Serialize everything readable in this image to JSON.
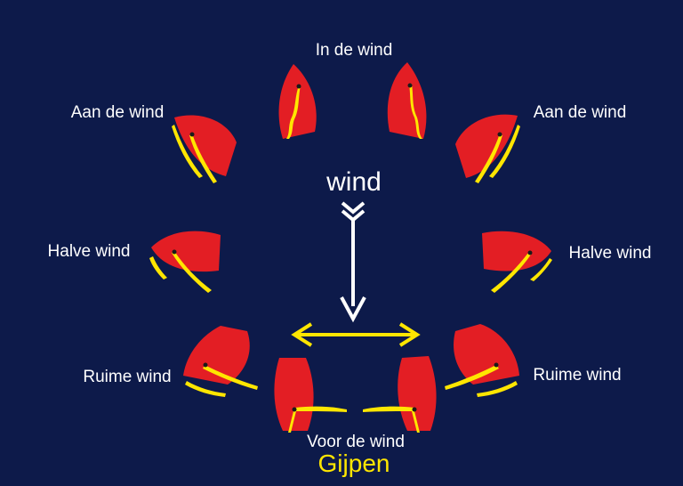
{
  "colors": {
    "background": "#0d1a4a",
    "hull": "#e31e24",
    "sail": "#ffe600",
    "wind_arrow": "#ffffff",
    "gybe_arrow": "#ffe600",
    "text": "#ffffff"
  },
  "labels": {
    "in_de_wind": "In de wind",
    "aan_de_wind_left": "Aan de wind",
    "aan_de_wind_right": "Aan de wind",
    "halve_wind_left": "Halve wind",
    "halve_wind_right": "Halve wind",
    "ruime_wind_left": "Ruime wind",
    "ruime_wind_right": "Ruime wind",
    "voor_de_wind": "Voor de wind",
    "wind": "wind",
    "gijpen": "Gijpen"
  }
}
